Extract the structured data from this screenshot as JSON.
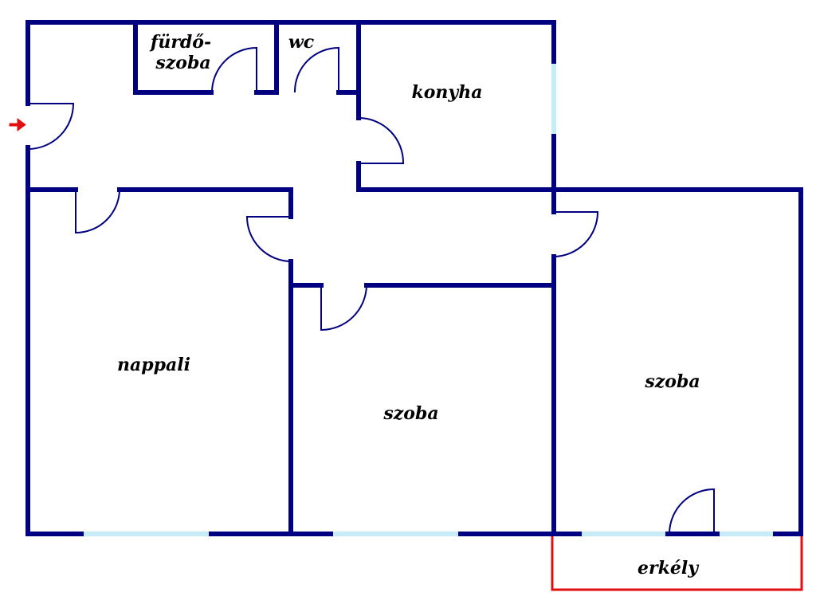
{
  "colors": {
    "wall": "#000080",
    "window": "#c6ecf7",
    "balcony": "#e01010",
    "entrance_arrow": "#e01010",
    "background": "#ffffff"
  },
  "rooms": {
    "bathroom_line1": "fürdő-",
    "bathroom_line2": "szoba",
    "wc": "wc",
    "kitchen": "konyha",
    "living_room": "nappali",
    "room_middle": "szoba",
    "room_right": "szoba",
    "balcony": "erkély"
  },
  "icons": {
    "entrance": "entrance-arrow-icon"
  }
}
